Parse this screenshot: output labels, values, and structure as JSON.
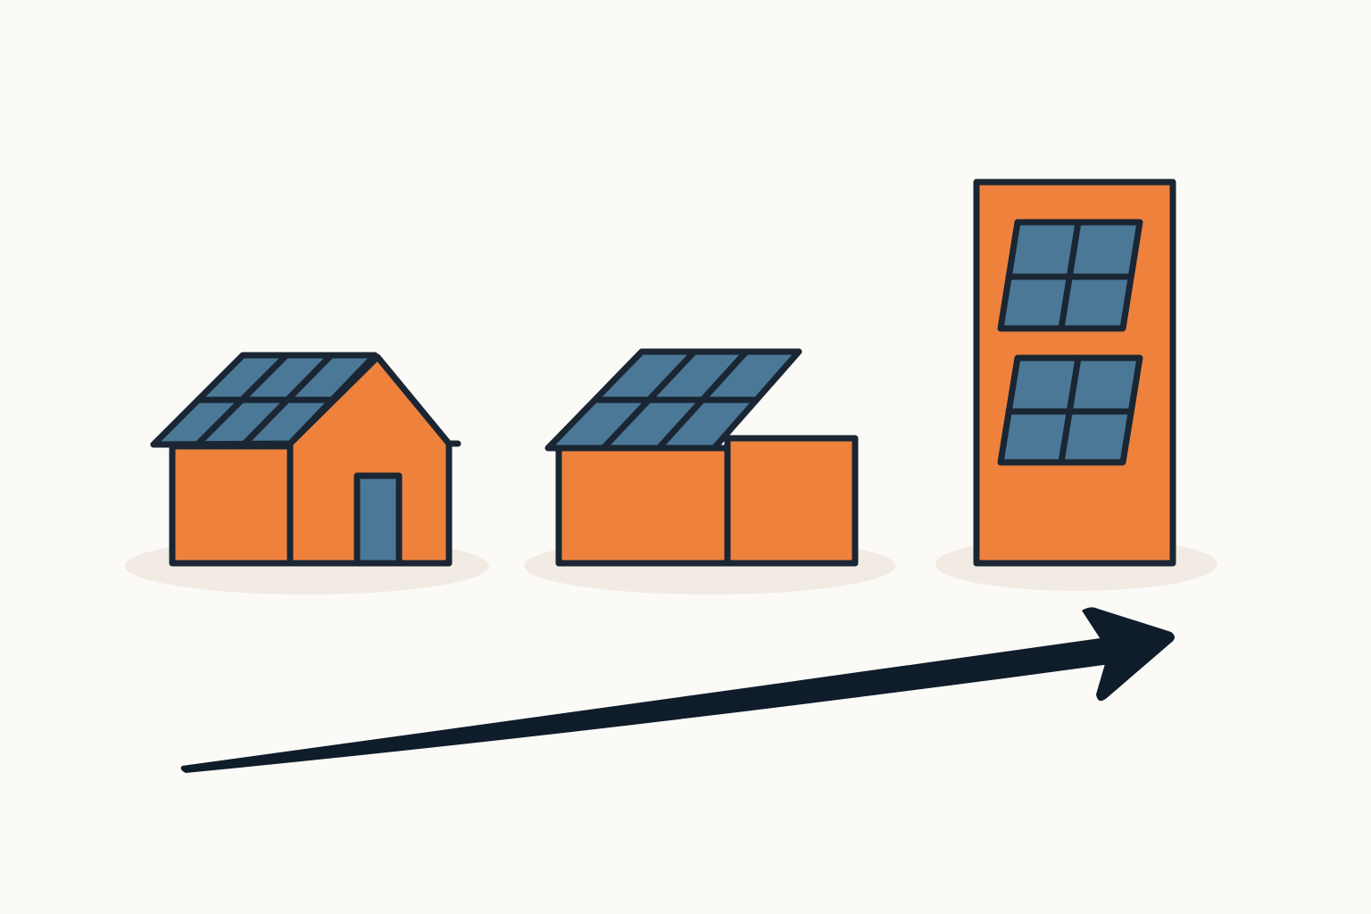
{
  "colors": {
    "background": "#fbfaf7",
    "wall": "#ee823d",
    "panel": "#4b7896",
    "outline": "#1a2633",
    "shadow": "#f1ebe3",
    "arrow": "#0f1c2a"
  },
  "buildings": [
    {
      "name": "small-house",
      "panel_count": 6
    },
    {
      "name": "flat-roof-building",
      "panel_count": 6
    },
    {
      "name": "tall-building",
      "panel_count": 8
    }
  ],
  "arrow": {
    "direction": "up-right"
  }
}
